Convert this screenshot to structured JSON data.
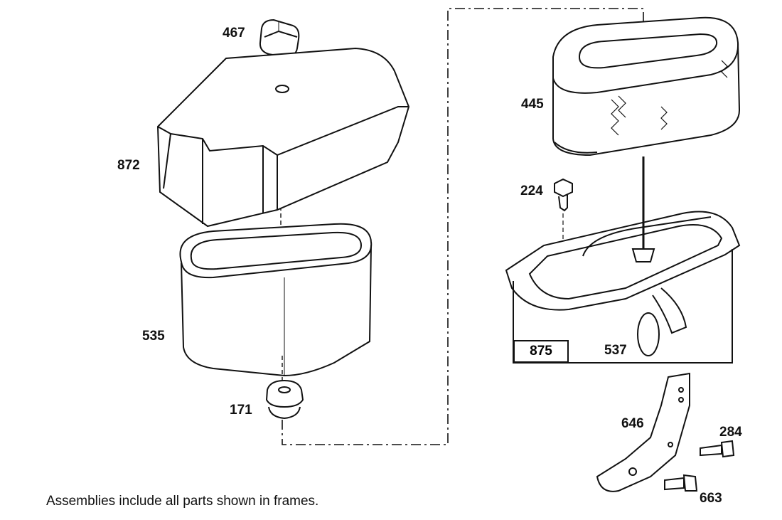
{
  "parts": {
    "p467": "467",
    "p872": "872",
    "p535": "535",
    "p171": "171",
    "p445": "445",
    "p224": "224",
    "p875": "875",
    "p537": "537",
    "p646": "646",
    "p284": "284",
    "p663": "663"
  },
  "caption": "Assemblies include all parts shown in frames."
}
